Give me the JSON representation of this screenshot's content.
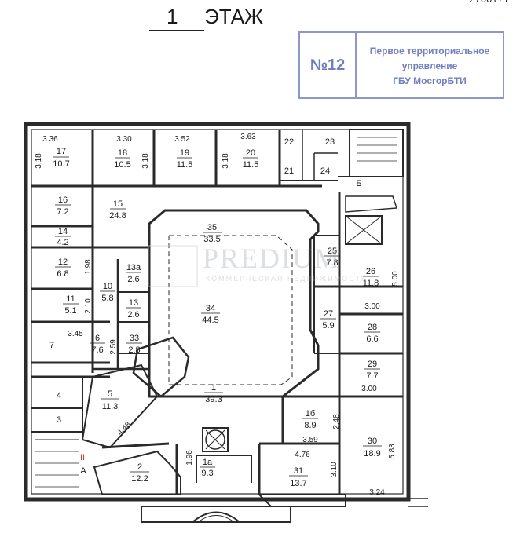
{
  "header": {
    "doc_number": "2700171",
    "floor_number": "1",
    "floor_word": "ЭТАЖ"
  },
  "stamp": {
    "number": "№12",
    "line1": "Первое территориальное",
    "line2": "управление",
    "line3": "ГБУ МосгорБТИ"
  },
  "watermark": {
    "word": "PREDIUM",
    "sub": "КОММЕРЧЕСКАЯ НЕДВИЖИМОСТЬ"
  },
  "rooms": [
    {
      "num": "17",
      "area": "10.7"
    },
    {
      "num": "18",
      "area": "10.5"
    },
    {
      "num": "19",
      "area": "11.5"
    },
    {
      "num": "20",
      "area": "11.5"
    },
    {
      "num": "16",
      "area": "7.2"
    },
    {
      "num": "15",
      "area": "24.8"
    },
    {
      "num": "14",
      "area": "4.2"
    },
    {
      "num": "12",
      "area": "6.8"
    },
    {
      "num": "13а",
      "area": "2.6"
    },
    {
      "num": "10",
      "area": "5.8"
    },
    {
      "num": "11",
      "area": "5.1"
    },
    {
      "num": "13",
      "area": "2.6"
    },
    {
      "num": "35",
      "area": "33.5"
    },
    {
      "num": "34",
      "area": "44.5"
    },
    {
      "num": "6",
      "area": "7.6"
    },
    {
      "num": "33",
      "area": "2.8"
    },
    {
      "num": "25",
      "area": "7.8"
    },
    {
      "num": "26",
      "area": "11.8"
    },
    {
      "num": "27",
      "area": "5.9"
    },
    {
      "num": "28",
      "area": "6.6"
    },
    {
      "num": "29",
      "area": "7.7"
    },
    {
      "num": "5",
      "area": "11.3"
    },
    {
      "num": "1",
      "area": "39.3"
    },
    {
      "num": "1б",
      "area": "8.9"
    },
    {
      "num": "30",
      "area": "18.9"
    },
    {
      "num": "2",
      "area": "12.2"
    },
    {
      "num": "1а",
      "area": "9.3"
    },
    {
      "num": "31",
      "area": "13.7"
    }
  ],
  "small_rooms": [
    "22",
    "23",
    "21",
    "24",
    "7",
    "4",
    "3"
  ],
  "dimensions": [
    "3.36",
    "3.30",
    "3.52",
    "3.63",
    "3.18",
    "3.18",
    "3.18",
    "1.98",
    "2.10",
    "3.45",
    "2.59",
    "5.00",
    "3.00",
    "3.00",
    "2.48",
    "3.59",
    "4.76",
    "3.10",
    "5.83",
    "3.24",
    "1.96",
    "4.48"
  ],
  "markers": {
    "entrance_b": "Б",
    "entrance_a": "А",
    "roman": "II"
  }
}
